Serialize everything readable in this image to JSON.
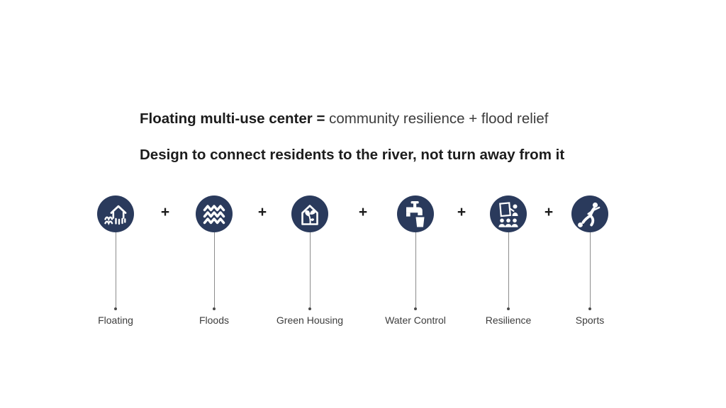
{
  "slide": {
    "title": {
      "bold_part": "Floating multi-use center =",
      "regular_part": "community resilience + flood relief",
      "subtitle": "Design to connect residents to the river, not turn away from it"
    },
    "plus_symbol": "+",
    "items": [
      {
        "label": "Floating",
        "icon": "floating-house-icon"
      },
      {
        "label": "Floods",
        "icon": "flood-waves-icon"
      },
      {
        "label": "Green Housing",
        "icon": "green-house-sprout-icon"
      },
      {
        "label": "Water Control",
        "icon": "water-tap-icon"
      },
      {
        "label": "Resilience",
        "icon": "community-presentation-icon"
      },
      {
        "label": "Sports",
        "icon": "soccer-player-icon"
      }
    ],
    "colors": {
      "background": "#ffffff",
      "icon_circle": "#2a3a5c",
      "icon_glyph": "#ffffff",
      "title_bold": "#1c1c1c",
      "title_regular": "#3c3c3c",
      "label_text": "#3d3d3d",
      "connector_line": "#8c8c8c",
      "connector_dot": "#4a4a4a"
    }
  }
}
